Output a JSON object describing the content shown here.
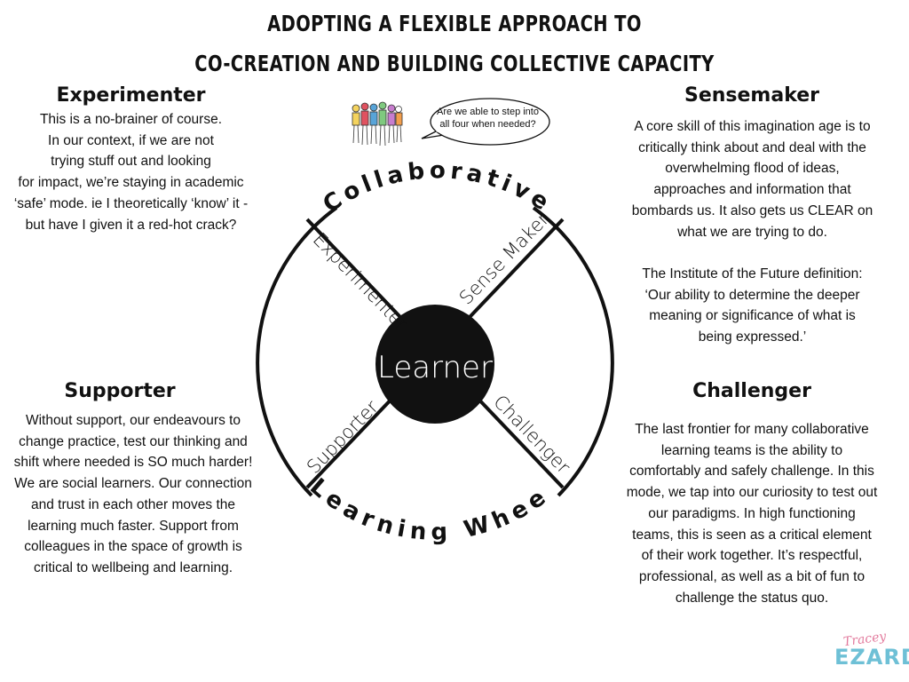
{
  "title": {
    "line1": "ADOPTING A FLEXIBLE APPROACH TO",
    "line2": "CO-CREATION AND BUILDING COLLECTIVE CAPACITY"
  },
  "experimenter": {
    "heading": "Experimenter",
    "lines": [
      "This is a no-brainer of course.",
      "In our context, if we are not",
      "trying stuff out and looking",
      "for impact, we’re staying in academic",
      "‘safe’ mode. ie I theoretically ‘know’ it -",
      "but have I given it a red-hot crack?"
    ]
  },
  "sensemaker": {
    "heading": "Sensemaker",
    "lines": [
      "A core skill of this imagination age is to",
      "critically think about and deal with the",
      "overwhelming flood of ideas,",
      "approaches and information that",
      "bombards us. It also gets us CLEAR on",
      "what we are trying to do.",
      "",
      "The Institute of the Future definition:",
      "‘Our ability to determine the deeper",
      "meaning or significance of what is",
      "being expressed.’"
    ]
  },
  "supporter": {
    "heading": "Supporter",
    "lines": [
      "Without support, our endeavours to",
      "change practice, test our thinking and",
      "shift where needed is SO much harder!",
      "We are social learners. Our connection",
      "and trust in each other moves the",
      "learning much faster. Support from",
      "colleagues in the space of growth is",
      "critical to wellbeing and learning."
    ]
  },
  "challenger": {
    "heading": "Challenger",
    "lines": [
      "The last frontier for many collaborative",
      "learning teams is the ability to",
      "comfortably and safely challenge. In this",
      "mode, we tap into our curiosity to test out",
      "our paradigms. In high functioning",
      "teams, this is seen as a critical element",
      "of their work together. It’s respectful,",
      "professional, as well as a bit of fun to",
      "challenge the status quo."
    ]
  },
  "wheel": {
    "top_arc": "Collaborative",
    "bottom_arc": "Learning Wheel",
    "hub": "Learner",
    "spoke_experimenter": "Experimenter",
    "spoke_sensemaker": "Sense Maker",
    "spoke_supporter": "Supporter",
    "spoke_challenger": "Challenger"
  },
  "bubble": {
    "text": "Are we able to step into all four when needed?"
  },
  "logo": {
    "script": "Tracey",
    "main": "EZARD"
  },
  "colors": {
    "ink": "#111111",
    "logo_pink": "#e2799c",
    "logo_blue": "#6ec0d6"
  }
}
